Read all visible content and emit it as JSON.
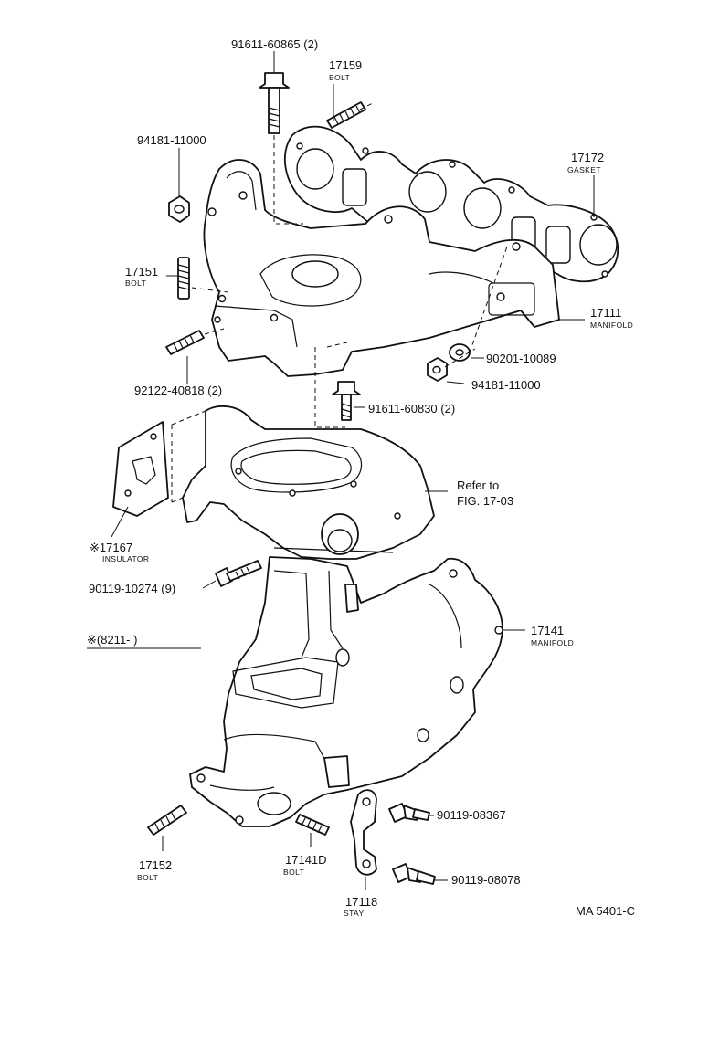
{
  "labels": {
    "p91611_60865": "91611-60865 (2)",
    "p17159": "17159",
    "p17159_sub": "BOLT",
    "p94181_top": "94181-11000",
    "p17172": "17172",
    "p17172_sub": "GASKET",
    "p17151": "17151",
    "p17151_sub": "BOLT",
    "p17111": "17111",
    "p17111_sub": "MANIFOLD",
    "p90201": "90201-10089",
    "p94181_right": "94181-11000",
    "p92122": "92122-40818 (2)",
    "p91611_60830": "91611-60830 (2)",
    "refer_line1": "Refer to",
    "refer_line2": "FIG. 17-03",
    "p17167": "※17167",
    "p17167_sub": "INSULATOR",
    "p90119_10274": "90119-10274 (9)",
    "serial_note": "※(8211-          )",
    "p17141": "17141",
    "p17141_sub": "MANIFOLD",
    "p90119_08367": "90119-08367",
    "p90119_08078": "90119-08078",
    "p17152": "17152",
    "p17152_sub": "BOLT",
    "p17141D": "17141D",
    "p17141D_sub": "BOLT",
    "p17118": "17118",
    "p17118_sub": "STAY",
    "figure_code": "MA 5401-C"
  },
  "icons": [
    "bolt-icon",
    "nut-icon",
    "stud-icon",
    "washer-icon",
    "gasket-icon",
    "manifold-icon",
    "insulator-icon",
    "stay-icon"
  ]
}
